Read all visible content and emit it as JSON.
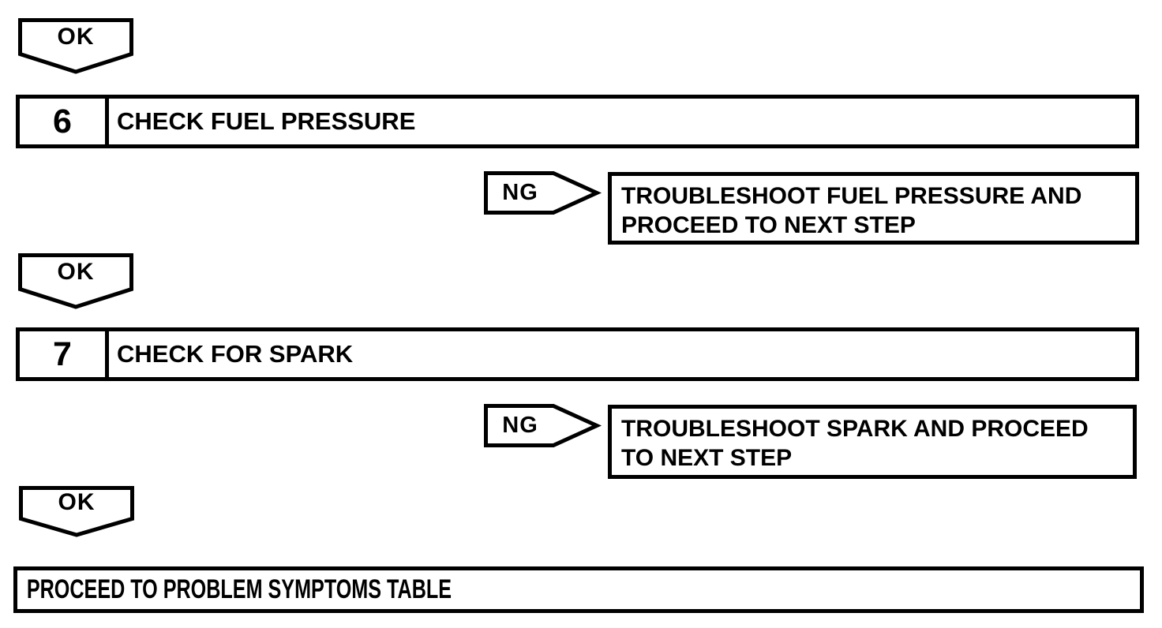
{
  "diagram": {
    "kind": "troubleshooting-flowchart",
    "colors": {
      "ink": "#000000",
      "background": "#ffffff"
    },
    "connectors": {
      "ok_label": "OK",
      "ng_label": "NG"
    },
    "steps": [
      {
        "number": "6",
        "title": "CHECK FUEL PRESSURE",
        "ng_result_lines": [
          "TROUBLESHOOT FUEL PRESSURE AND",
          "PROCEED TO NEXT STEP"
        ]
      },
      {
        "number": "7",
        "title": "CHECK FOR SPARK",
        "ng_result_lines": [
          "TROUBLESHOOT SPARK AND PROCEED",
          "TO NEXT STEP"
        ]
      }
    ],
    "final_label": "PROCEED TO PROBLEM SYMPTOMS TABLE"
  }
}
